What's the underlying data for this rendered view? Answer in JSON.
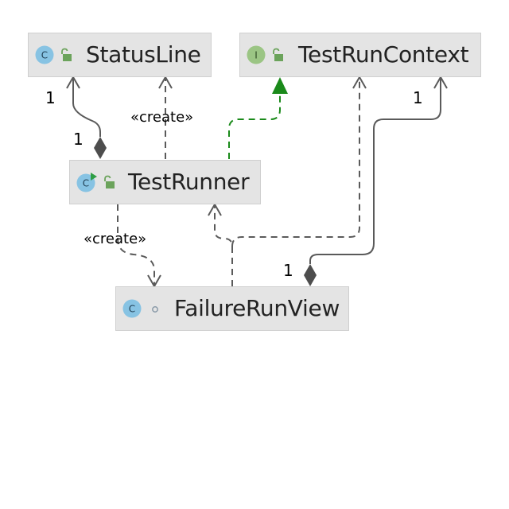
{
  "colors": {
    "class_icon": "#87c3e3",
    "interface_icon": "#9bc584",
    "visibility": "#6ba35b",
    "realization": "#1a8a1a",
    "edge": "#5a5a5a",
    "node_fill": "#e4e4e4"
  },
  "nodes": {
    "status_line": {
      "name": "StatusLine",
      "kind": "class",
      "kind_letter": "C",
      "visibility_icon": "unlock-icon"
    },
    "test_run_context": {
      "name": "TestRunContext",
      "kind": "interface",
      "kind_letter": "I",
      "visibility_icon": "unlock-icon"
    },
    "test_runner": {
      "name": "TestRunner",
      "kind": "runnable-class",
      "kind_letter": "C",
      "visibility_icon": "unlock-icon"
    },
    "failure_run_view": {
      "name": "FailureRunView",
      "kind": "class",
      "kind_letter": "C",
      "visibility_icon": "package-private-icon"
    }
  },
  "edges": [
    {
      "id": "runner-statusline-composition",
      "type": "composition",
      "from": "TestRunner",
      "to": "StatusLine",
      "source_multiplicity": "1",
      "target_multiplicity": "1"
    },
    {
      "id": "runner-statusline-create",
      "type": "dependency",
      "stereotype": "«create»",
      "from": "TestRunner",
      "to": "StatusLine"
    },
    {
      "id": "runner-context-realization",
      "type": "realization",
      "from": "TestRunner",
      "to": "TestRunContext"
    },
    {
      "id": "runner-failureview-create",
      "type": "dependency",
      "stereotype": "«create»",
      "from": "TestRunner",
      "to": "FailureRunView"
    },
    {
      "id": "failureview-runner-dependency",
      "type": "dependency",
      "from": "FailureRunView",
      "to": "TestRunner"
    },
    {
      "id": "failureview-context-dependency",
      "type": "dependency",
      "from": "FailureRunView",
      "to": "TestRunContext"
    },
    {
      "id": "failureview-context-composition",
      "type": "composition",
      "from": "FailureRunView",
      "to": "TestRunContext",
      "source_multiplicity": "1",
      "target_multiplicity": "1"
    }
  ]
}
